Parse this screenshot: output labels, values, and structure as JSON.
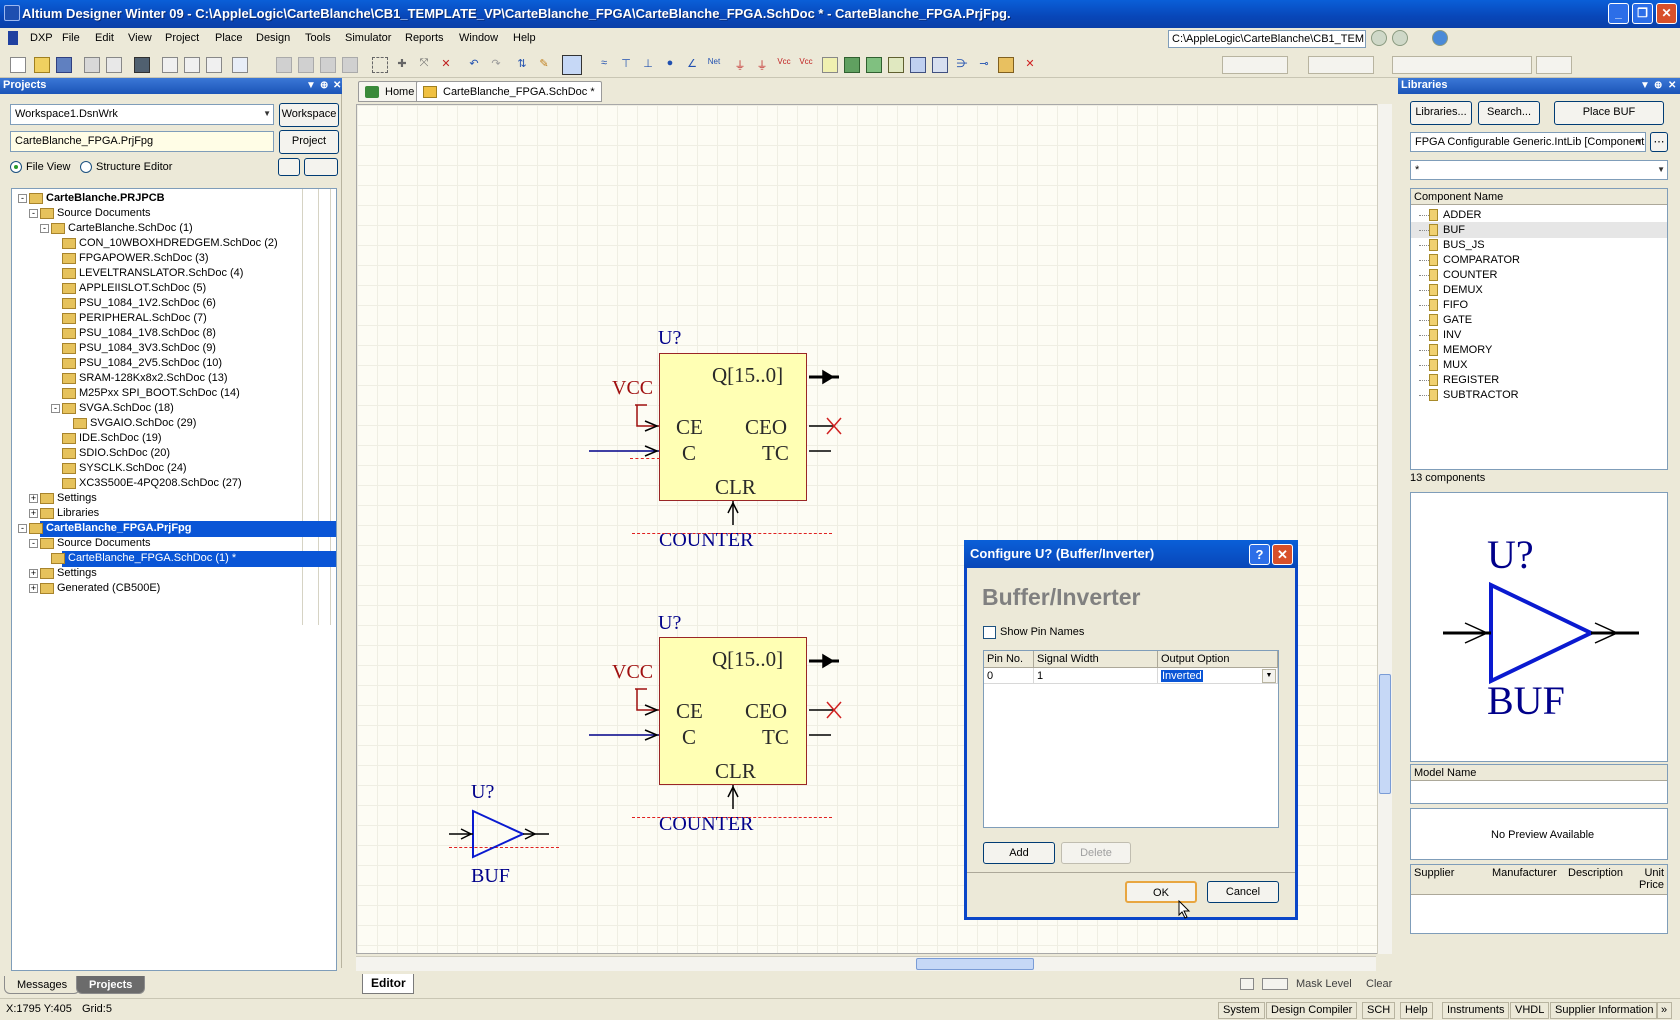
{
  "window": {
    "title": "Altium Designer Winter 09 - C:\\AppleLogic\\CarteBlanche\\CB1_TEMPLATE_VP\\CarteBlanche_FPGA\\CarteBlanche_FPGA.SchDoc * - CarteBlanche_FPGA.PrjFpg."
  },
  "menu": {
    "dxp": "DXP",
    "file": "File",
    "edit": "Edit",
    "view": "View",
    "project": "Project",
    "place": "Place",
    "design": "Design",
    "tools": "Tools",
    "simulator": "Simulator",
    "reports": "Reports",
    "window": "Window",
    "help": "Help",
    "path": "C:\\AppleLogic\\CarteBlanche\\CB1_TEM"
  },
  "projects_panel": {
    "title": "Projects",
    "workspace_value": "Workspace1.DsnWrk",
    "workspace_button": "Workspace",
    "project_value": "CarteBlanche_FPGA.PrjFpg",
    "project_button": "Project",
    "file_view": "File View",
    "structure_editor": "Structure Editor",
    "tree": [
      {
        "label": "CarteBlanche.PRJPCB",
        "level": 0,
        "exp": "-",
        "bold": true
      },
      {
        "label": "Source Documents",
        "level": 1,
        "exp": "-"
      },
      {
        "label": "CarteBlanche.SchDoc (1)",
        "level": 2,
        "exp": "-"
      },
      {
        "label": "CON_10WBOXHDREDGEM.SchDoc (2)",
        "level": 3
      },
      {
        "label": "FPGAPOWER.SchDoc (3)",
        "level": 3
      },
      {
        "label": "LEVELTRANSLATOR.SchDoc (4)",
        "level": 3
      },
      {
        "label": "APPLEIISLOT.SchDoc (5)",
        "level": 3
      },
      {
        "label": "PSU_1084_1V2.SchDoc (6)",
        "level": 3
      },
      {
        "label": "PERIPHERAL.SchDoc (7)",
        "level": 3
      },
      {
        "label": "PSU_1084_1V8.SchDoc (8)",
        "level": 3
      },
      {
        "label": "PSU_1084_3V3.SchDoc (9)",
        "level": 3
      },
      {
        "label": "PSU_1084_2V5.SchDoc (10)",
        "level": 3
      },
      {
        "label": "SRAM-128Kx8x2.SchDoc (13)",
        "level": 3
      },
      {
        "label": "M25Pxx SPI_BOOT.SchDoc (14)",
        "level": 3
      },
      {
        "label": "SVGA.SchDoc (18)",
        "level": 3,
        "exp": "-"
      },
      {
        "label": "SVGAIO.SchDoc (29)",
        "level": 4
      },
      {
        "label": "IDE.SchDoc (19)",
        "level": 3
      },
      {
        "label": "SDIO.SchDoc (20)",
        "level": 3
      },
      {
        "label": "SYSCLK.SchDoc (24)",
        "level": 3
      },
      {
        "label": "XC3S500E-4PQ208.SchDoc (27)",
        "level": 3
      },
      {
        "label": "Settings",
        "level": 1,
        "exp": "+"
      },
      {
        "label": "Libraries",
        "level": 1,
        "exp": "+"
      },
      {
        "label": "CarteBlanche_FPGA.PrjFpg",
        "level": 0,
        "exp": "-",
        "bold": true,
        "sel": true
      },
      {
        "label": "Source Documents",
        "level": 1,
        "exp": "-"
      },
      {
        "label": "CarteBlanche_FPGA.SchDoc (1) *",
        "level": 2,
        "sel": true
      },
      {
        "label": "Settings",
        "level": 1,
        "exp": "+"
      },
      {
        "label": "Generated (CB500E)",
        "level": 1,
        "exp": "+"
      }
    ],
    "tab_messages": "Messages",
    "tab_projects": "Projects"
  },
  "doc_tabs": {
    "home": "Home",
    "schdoc": "CarteBlanche_FPGA.SchDoc *"
  },
  "schematic": {
    "counter1": {
      "designator": "U?",
      "q": "Q[15..0]",
      "ce": "CE",
      "c": "C",
      "ceo": "CEO",
      "tc": "TC",
      "clr": "CLR",
      "name": "COUNTER",
      "vcc": "VCC"
    },
    "counter2": {
      "designator": "U?",
      "q": "Q[15..0]",
      "ce": "CE",
      "c": "C",
      "ceo": "CEO",
      "tc": "TC",
      "clr": "CLR",
      "name": "COUNTER",
      "vcc": "VCC"
    },
    "buf": {
      "designator": "U?",
      "name": "BUF"
    }
  },
  "editor_tab": "Editor",
  "mask_level": "Mask Level",
  "clear": "Clear",
  "dialog": {
    "title": "Configure U? (Buffer/Inverter)",
    "heading": "Buffer/Inverter",
    "show_pin_names": "Show Pin Names",
    "columns": [
      "Pin No.",
      "Signal Width",
      "Output Option"
    ],
    "rows": [
      {
        "pin": "0",
        "width": "1",
        "option": "Inverted"
      }
    ],
    "add": "Add",
    "delete": "Delete",
    "ok": "OK",
    "cancel": "Cancel"
  },
  "libraries_panel": {
    "title": "Libraries",
    "btn_libraries": "Libraries...",
    "btn_search": "Search...",
    "btn_place": "Place BUF",
    "library": "FPGA Configurable Generic.IntLib [Component",
    "filter": "*",
    "column": "Component Name",
    "components": [
      "ADDER",
      "BUF",
      "BUS_JS",
      "COMPARATOR",
      "COUNTER",
      "DEMUX",
      "FIFO",
      "GATE",
      "INV",
      "MEMORY",
      "MUX",
      "REGISTER",
      "SUBTRACTOR"
    ],
    "selected": "BUF",
    "count": "13 components",
    "preview_designator": "U?",
    "preview_name": "BUF",
    "model_name": "Model Name",
    "no_preview": "No Preview Available",
    "supplier_cols": [
      "Supplier",
      "Manufacturer",
      "Description",
      "Unit Price"
    ]
  },
  "statusbar": {
    "coords": "X:1795 Y:405",
    "grid": "Grid:5",
    "buttons": [
      "System",
      "Design Compiler",
      "SCH",
      "Help",
      "Instruments",
      "VHDL",
      "Supplier Information"
    ]
  }
}
